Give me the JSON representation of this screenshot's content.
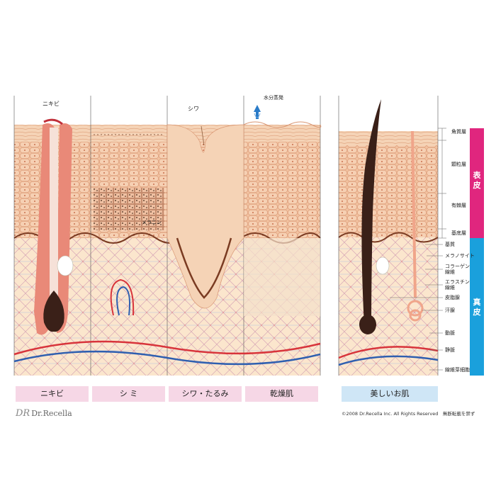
{
  "callouts": {
    "nikibi": "ニキビ",
    "shiwa": "シワ",
    "melanin": "メラニン",
    "evaporation": "水分蒸発"
  },
  "layers": {
    "stratum_corneum": "角質層",
    "granular": "顆粒層",
    "spinous": "有棘層",
    "basal": "基底層"
  },
  "side_labels": {
    "epidermis": [
      "表",
      "皮"
    ],
    "dermis": [
      "真",
      "皮"
    ]
  },
  "structures": [
    "基質",
    "メラノサイト",
    "コラーゲン\n線維",
    "エラスチン\n線維",
    "皮脂腺",
    "汗腺",
    "動脈",
    "静脈",
    "線維芽細胞"
  ],
  "panels": [
    "ニキビ",
    "シ ミ",
    "シワ・たるみ",
    "乾燥肌",
    "美しいお肌"
  ],
  "brand": {
    "mark": "DR",
    "name": "Dr.Recella"
  },
  "copyright": "©2008 Dr.Recella Inc. All Rights Reserved　無断転載を禁ず",
  "colors": {
    "epidermis": "#f2c2a0",
    "dermis": "#fbe6cd",
    "hair": "#3a2018",
    "artery": "#d8343b",
    "vein": "#2f5fb0",
    "pink_label": "#f6d7e6",
    "blue_label": "#cfe6f6",
    "epidermis_bar": "#e0267e",
    "dermis_bar": "#1aa0dc"
  }
}
